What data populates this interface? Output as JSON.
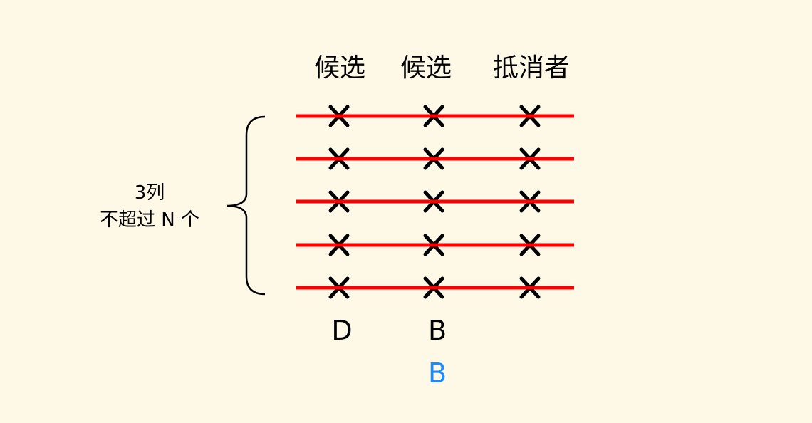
{
  "headers": [
    "候选",
    "候选",
    "抵消者"
  ],
  "left_label": {
    "line1": "3列",
    "line2": "不超过 N 个"
  },
  "rows": 5,
  "cross_mark": "x-icon",
  "results": {
    "col1": "D",
    "col2": "B",
    "col2_final": "B"
  },
  "colors": {
    "background": "#fef8e7",
    "strike": "#ff0000",
    "final": "#1a8cff"
  }
}
